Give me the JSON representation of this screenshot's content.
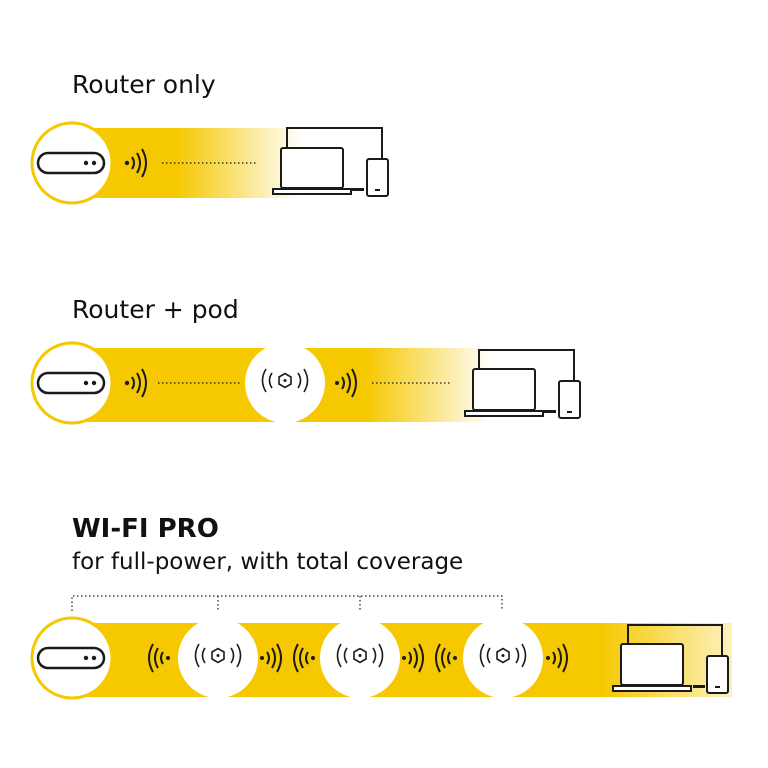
{
  "sections": [
    {
      "title": "Router only"
    },
    {
      "title": "Router + pod"
    },
    {
      "title": "WI-FI PRO",
      "subtitle": "for full-power, with total coverage"
    }
  ],
  "colors": {
    "yellow": "#F5C800",
    "line": "#1a1a1a"
  },
  "icons": [
    "router-icon",
    "wifi-signal-icon",
    "pod-icon",
    "laptop-icon",
    "monitor-icon",
    "phone-icon"
  ]
}
